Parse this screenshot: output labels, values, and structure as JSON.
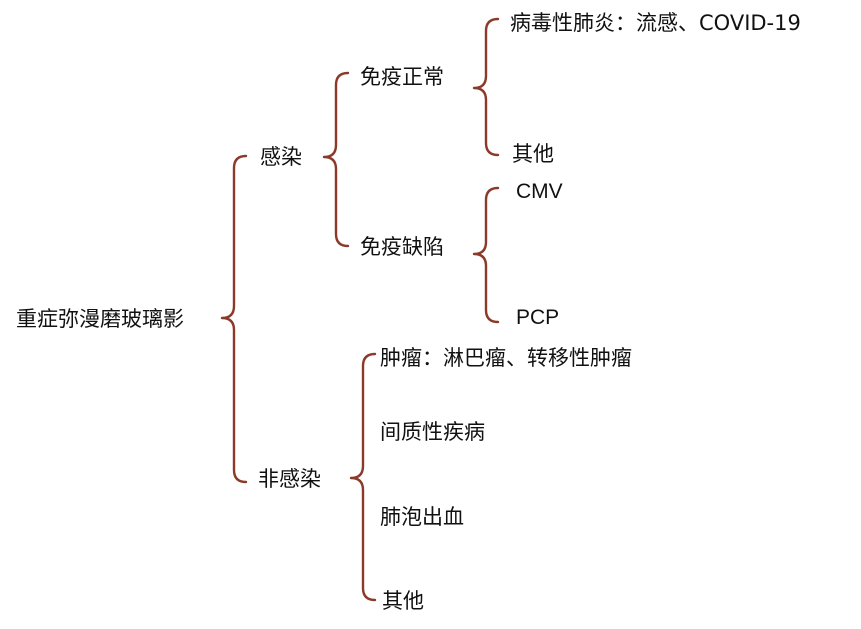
{
  "root": {
    "label": "重症弥漫磨玻璃影"
  },
  "infection": {
    "label": "感染",
    "immune_normal": {
      "label": "免疫正常",
      "children": [
        "病毒性肺炎：流感、COVID-19",
        "其他"
      ]
    },
    "immune_deficient": {
      "label": "免疫缺陷",
      "children": [
        "CMV",
        "PCP"
      ]
    }
  },
  "non_infection": {
    "label": "非感染",
    "children": [
      "肿瘤：淋巴瘤、转移性肿瘤",
      "间质性疾病",
      "肺泡出血",
      "其他"
    ]
  },
  "colors": {
    "bracket": "#8b3a2a",
    "text": "#111111",
    "background": "#ffffff"
  }
}
